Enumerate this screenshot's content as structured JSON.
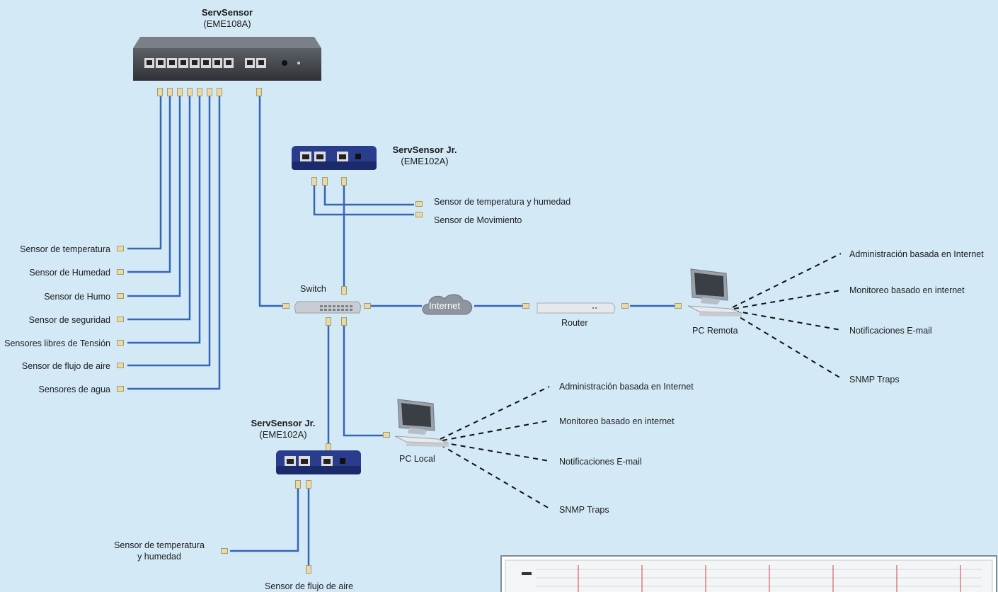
{
  "devices": {
    "servsensor_title": "ServSensor",
    "servsensor_model": "(EME108A)",
    "jr_top_title": "ServSensor Jr.",
    "jr_top_model": "(EME102A)",
    "jr_bottom_title": "ServSensor Jr.",
    "jr_bottom_model": "(EME102A)",
    "switch": "Switch",
    "internet": "Internet",
    "router": "Router",
    "pc_remota": "PC Remota",
    "pc_local": "PC Local"
  },
  "left_sensors": [
    "Sensor de temperatura",
    "Sensor de Humedad",
    "Sensor de Humo",
    "Sensor de seguridad",
    "Sensores libres de Tensión",
    "Sensor de flujo de aire",
    "Sensores de agua"
  ],
  "jr_top_sensors": [
    "Sensor de temperatura y humedad",
    "Sensor de Movimiento"
  ],
  "jr_bottom_sensors": {
    "temp_line1": "Sensor de temperatura",
    "temp_line2": "y humedad",
    "airflow": "Sensor de flujo de aire"
  },
  "remote_services": [
    "Administración basada en Internet",
    "Monitoreo basado en internet",
    "Notificaciones E-mail",
    "SNMP Traps"
  ],
  "local_services": [
    "Administración basada en Internet",
    "Monitoreo basado en internet",
    "Notificaciones E-mail",
    "SNMP Traps"
  ],
  "colors": {
    "background": "#d3e9f6",
    "cable": "#3565b8",
    "device_blue": "#2a3c8c"
  }
}
